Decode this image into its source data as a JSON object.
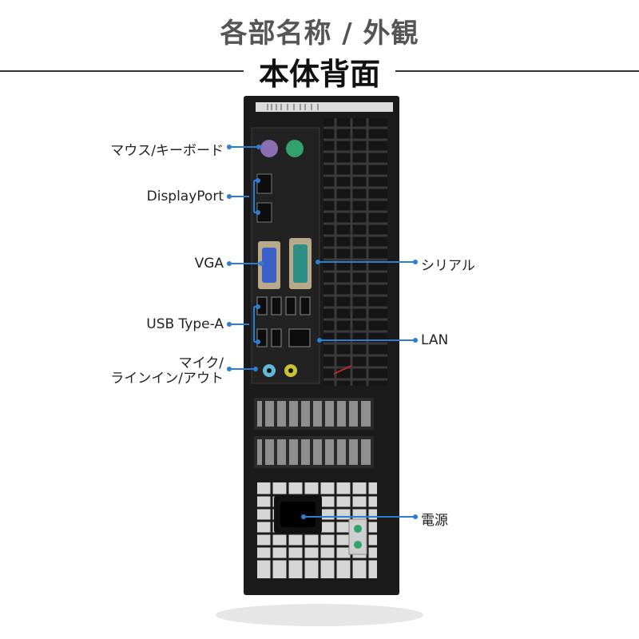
{
  "header": {
    "title": "各部名称 / 外観",
    "subtitle": "本体背面"
  },
  "labels_left": {
    "mouse_keyboard": "マウス/キーボード",
    "displayport": "DisplayPort",
    "vga": "VGA",
    "usb": "USB Type-A",
    "audio_line1": "マイク/",
    "audio_line2": "ラインイン/アウト"
  },
  "labels_right": {
    "serial": "シリアル",
    "lan": "LAN",
    "power": "電源"
  },
  "colors": {
    "callout": "#2a7fd4",
    "chassis": "#1a1a1a",
    "ps2_keyboard": "#8c6fb3",
    "ps2_mouse": "#2fa36b",
    "vga": "#3a5fc7",
    "serial": "#2e8f86",
    "audio_in": "#5fb8d6",
    "audio_out": "#c7c23b"
  }
}
